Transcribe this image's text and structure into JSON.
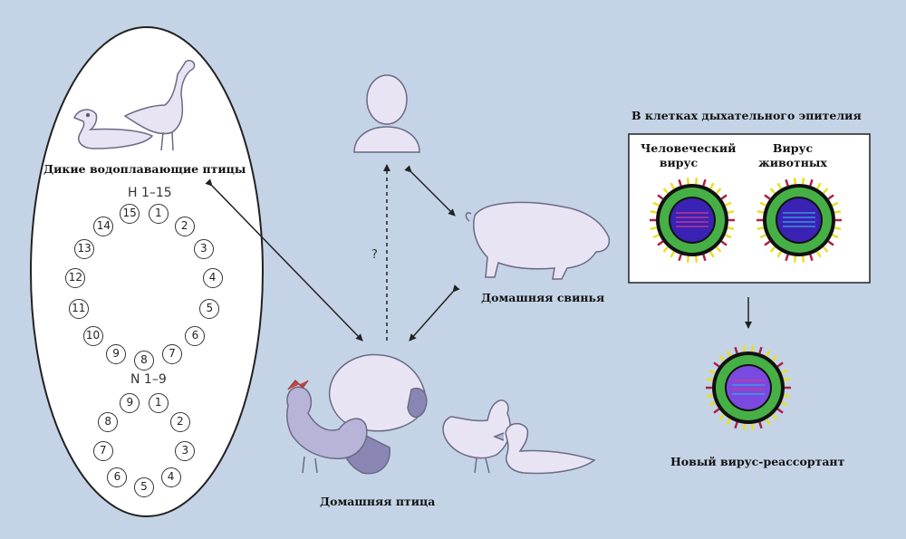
{
  "labels": {
    "wild_birds": "Дикие водоплавающие птицы",
    "h_range": "H 1–15",
    "n_range": "N 1–9",
    "question": "?",
    "pig": "Домашняя свинья",
    "poultry": "Домашняя птица",
    "epithelium": "В клетках дыхательного эпителия",
    "human_virus": "Человеческий\nвирус",
    "animal_virus": "Вирус\nживотных",
    "reassortant": "Новый вирус-реассортант"
  },
  "h_subtypes": [
    "1",
    "2",
    "3",
    "4",
    "5",
    "6",
    "7",
    "8",
    "9",
    "10",
    "11",
    "12",
    "13",
    "14",
    "15"
  ],
  "n_subtypes": [
    "1",
    "2",
    "3",
    "4",
    "5",
    "6",
    "7",
    "8",
    "9"
  ],
  "colors": {
    "background": "#c4d4e6",
    "animal_fill": "#e8e4f4",
    "animal_stroke": "#6a6a84",
    "virus_outer": "#46b046",
    "virus_core": "#3a22b4",
    "spike_a": "#e8e020",
    "spike_b": "#b02040"
  }
}
